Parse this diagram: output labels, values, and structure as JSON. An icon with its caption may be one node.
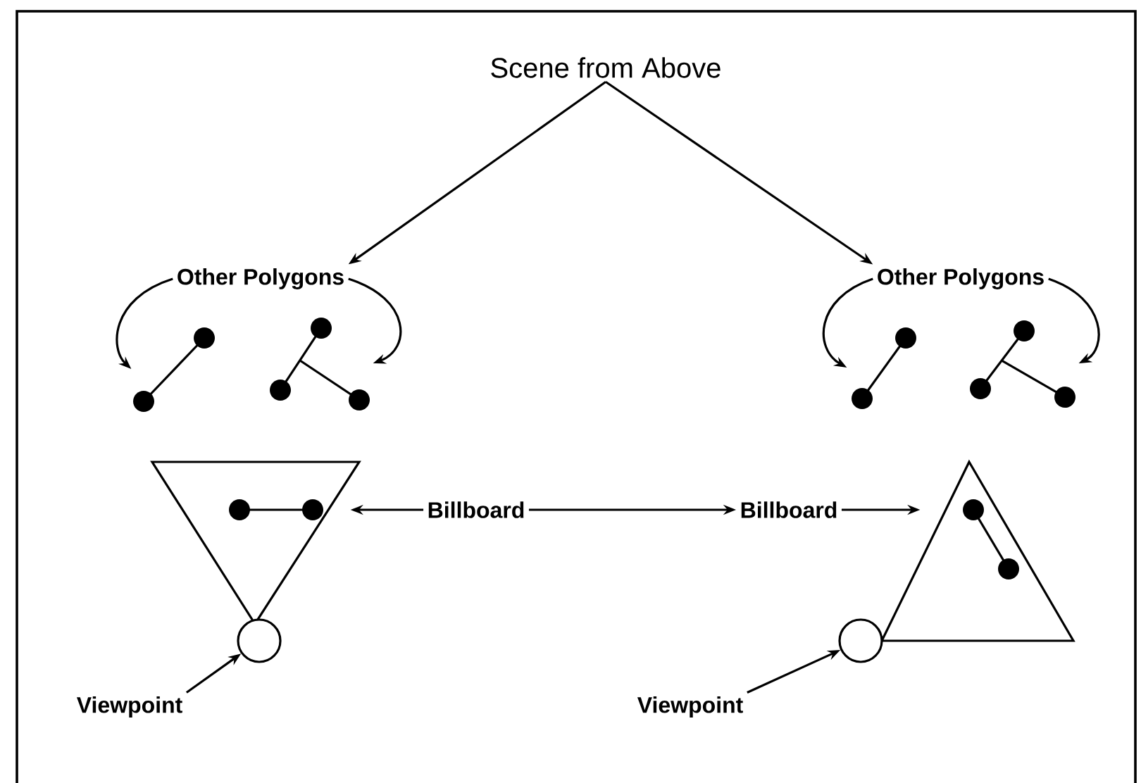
{
  "diagram": {
    "nodes": [
      {
        "text": [
          "Scene from Above"
        ]
      },
      {
        "text": [
          "Other Polygons"
        ]
      },
      {
        "text": [
          "Other Polygons"
        ]
      },
      {
        "text": [],
        "shape": "picture"
      },
      {
        "text": [],
        "shape": "picture"
      },
      {
        "text": [],
        "shape": "picture"
      },
      {
        "text": [],
        "shape": "picture"
      },
      {
        "text": [],
        "shape": "triangle"
      },
      {
        "text": [
          "Billboard"
        ]
      },
      {
        "text": [
          "Billboard"
        ]
      },
      {
        "text": [],
        "shape": "triangle"
      },
      {
        "text": [],
        "shape": "circle"
      },
      {
        "text": [],
        "shape": "circle"
      },
      {
        "text": [
          "Viewpoint"
        ]
      },
      {
        "text": [
          "Viewpoint"
        ]
      }
    ],
    "edges": [
      {
        "from": 0,
        "to": 1,
        "arrow": "to"
      },
      {
        "from": 0,
        "to": 2,
        "arrow": "to"
      },
      {
        "from": 1,
        "to": 3,
        "arrow": "to"
      },
      {
        "from": 1,
        "to": 4,
        "arrow": "to"
      },
      {
        "from": 2,
        "to": 5,
        "arrow": "to"
      },
      {
        "from": 2,
        "to": 6,
        "arrow": "to"
      },
      {
        "from": 8,
        "to": 7,
        "arrow": "to"
      },
      {
        "from": 8,
        "to": 9,
        "arrow": "to"
      },
      {
        "from": 9,
        "to": 10,
        "arrow": "to"
      },
      {
        "from": 13,
        "to": 11,
        "arrow": "to"
      },
      {
        "from": 14,
        "to": 12,
        "arrow": "to"
      }
    ]
  }
}
